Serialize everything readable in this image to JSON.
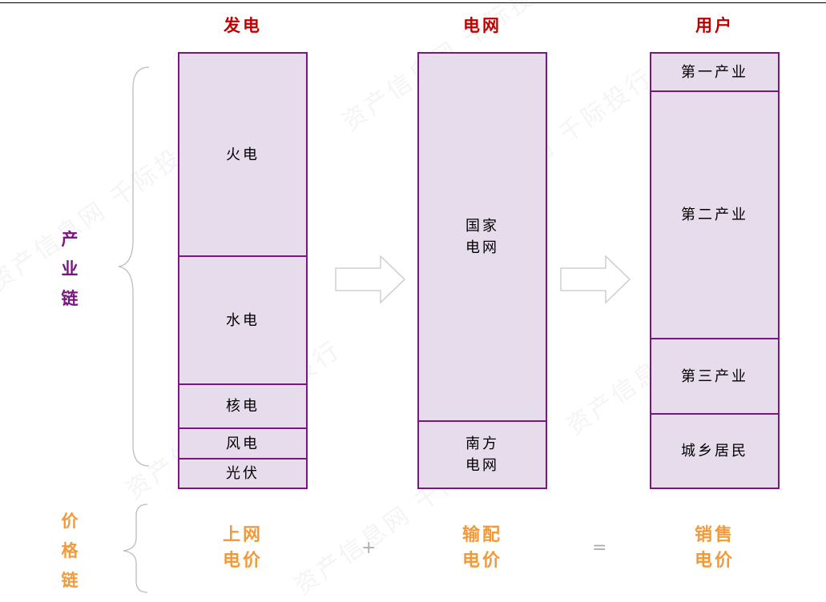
{
  "headers": {
    "generation": "发电",
    "grid": "电网",
    "users": "用户"
  },
  "generation": [
    {
      "label": "火电"
    },
    {
      "label": "水电"
    },
    {
      "label": "核电"
    },
    {
      "label": "风电"
    },
    {
      "label": "光伏"
    }
  ],
  "grid": [
    {
      "label": "国家\n电网"
    },
    {
      "label": "南方\n电网"
    }
  ],
  "users": [
    {
      "label": "第一产业"
    },
    {
      "label": "第二产业"
    },
    {
      "label": "第三产业"
    },
    {
      "label": "城乡居民"
    }
  ],
  "chain_labels": {
    "industry": "产\n业\n链",
    "price": "价\n格\n链"
  },
  "price_chain": {
    "feed_in": "上网\n电价",
    "plus": "+",
    "transmission": "输配\n电价",
    "equals": "=",
    "sales": "销售\n电价"
  },
  "watermark": "资产信息网 千际投行",
  "colors": {
    "header": "#c00000",
    "industry": "#7b1580",
    "price": "#f29a3a",
    "fill": "#e6dcec"
  }
}
